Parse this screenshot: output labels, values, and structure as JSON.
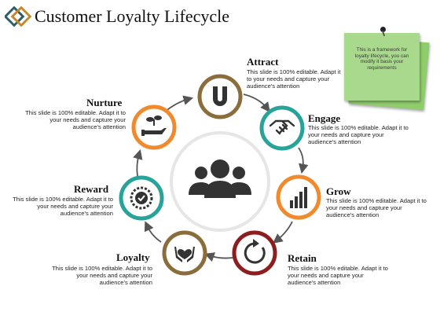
{
  "title": "Customer Loyalty Lifecycle",
  "note": {
    "text": "This is a framework for loyalty lifecycle, you can modify it basis your requirements"
  },
  "stages": [
    {
      "id": "attract",
      "label": "Attract",
      "icon": "u-magnet-icon",
      "color": "#8a6d3b",
      "description": "This slide is 100% editable. Adapt it to your needs and capture your audience's attention"
    },
    {
      "id": "engage",
      "label": "Engage",
      "icon": "handshake-icon",
      "color": "#27a39a",
      "description": "This slide is 100% editable. Adapt it to your needs and capture your audience's attention"
    },
    {
      "id": "grow",
      "label": "Grow",
      "icon": "bar-chart-icon",
      "color": "#f08a2c",
      "description": "This slide is 100% editable. Adapt it to your needs and capture your audience's attention"
    },
    {
      "id": "retain",
      "label": "Retain",
      "icon": "refresh-icon",
      "color": "#8e1e1e",
      "description": "This slide is 100% editable. Adapt it to your needs and capture your audience's attention"
    },
    {
      "id": "loyalty",
      "label": "Loyalty",
      "icon": "hands-heart-icon",
      "color": "#8a6d3b",
      "description": "This slide is 100% editable. Adapt it to your needs and capture your audience's attention"
    },
    {
      "id": "reward",
      "label": "Reward",
      "icon": "badge-check-icon",
      "color": "#27a39a",
      "description": "This slide is 100% editable. Adapt it to your needs and capture your audience's attention"
    },
    {
      "id": "nurture",
      "label": "Nurture",
      "icon": "hand-plant-icon",
      "color": "#f08a2c",
      "description": "This slide is 100% editable. Adapt it to your needs and capture your audience's attention"
    }
  ],
  "center_icon": "customers-group-icon",
  "colors": {
    "arrow": "#555555",
    "icon": "#333333",
    "ring": "#e6e6e6"
  }
}
